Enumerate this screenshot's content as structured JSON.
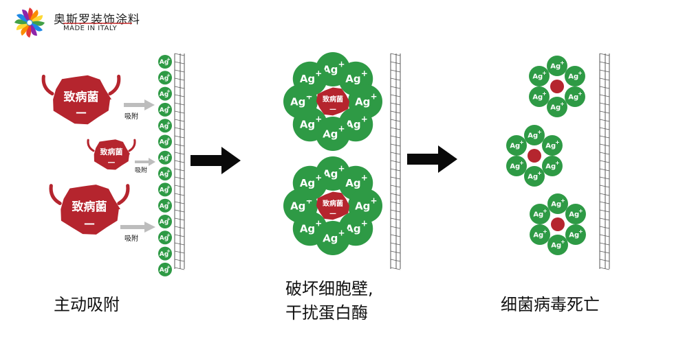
{
  "brand": {
    "name": "奥斯罗装饰涂料",
    "subtitle": "MADE IN ITALY",
    "colors": [
      "#e53935",
      "#fb8c00",
      "#fdd835",
      "#43a047",
      "#1e88e5",
      "#8e24aa"
    ]
  },
  "labels": {
    "pathogen": "致病菌",
    "minus": "—",
    "adsorb": "吸附",
    "silver_ion": "Ag",
    "plus": "+"
  },
  "captions": {
    "stage1": "主动吸附",
    "stage2_line1": "破坏细胞壁,",
    "stage2_line2": "干扰蛋白酶",
    "stage3": "细菌病毒死亡"
  },
  "colors": {
    "bacteria": "#b5252e",
    "silver_ion": "#2e9a45",
    "arrow": "#0a0a0a",
    "small_arrow": "#bdbdbd",
    "wall": "#555555"
  }
}
